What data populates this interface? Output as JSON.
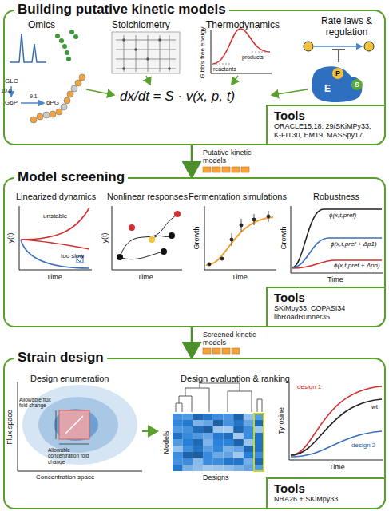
{
  "diagram": {
    "nodes": [
      {
        "text": [
          "Building putative kinetic models"
        ]
      },
      {
        "text": [
          "Tools",
          "ORACLE15,18, 29/SKiMPy33, K-FIT30, EM19, MASSpy17"
        ],
        "in": 0
      },
      {
        "text": [
          "Model screening"
        ]
      },
      {
        "text": [
          "Tools",
          "SKiMpy33, COPASI34 libRoadRunner35"
        ],
        "in": 2
      },
      {
        "text": [
          "Strain design"
        ]
      },
      {
        "text": [
          "Tools",
          "NRA26 + SKiMpy33"
        ],
        "in": 4
      }
    ],
    "edges": [
      {
        "from": 0,
        "to": 2,
        "arrow": "to",
        "label": "Putative kinetic models"
      },
      {
        "from": 2,
        "to": 4,
        "arrow": "to",
        "label": "Screened kinetic models"
      }
    ],
    "labels": [
      "Omics",
      "Stoichiometry",
      "Thermodynamics",
      "Rate laws & regulation",
      "GLC",
      "10.0",
      "G6P",
      "9.1",
      "6PG",
      "Gibb's free energy",
      "products",
      "reactants",
      "P",
      "S",
      "E",
      "dx/dt = S · v(x, p, t)",
      "Linearized dynamics",
      "Nonlinear responses",
      "Fermentation simulations",
      "Robustness",
      "y(t)",
      "Time",
      "unstable",
      "too slow",
      "y(t)",
      "Time",
      "Growth",
      "Time",
      "Growth",
      "Time",
      "ϕ(x,t,pref)",
      "ϕ(x,t,pref + Δp1)",
      "ϕ(x,t,pref + Δpn)",
      "Design enumeration",
      "Design evaluation & ranking",
      "Flux space",
      "Concentration space",
      "Allowable flux fold change",
      "Allowable concentration fold change",
      "Models",
      "Designs",
      "Tyrosine",
      "Time",
      "design 1",
      "wt",
      "design 2"
    ]
  }
}
